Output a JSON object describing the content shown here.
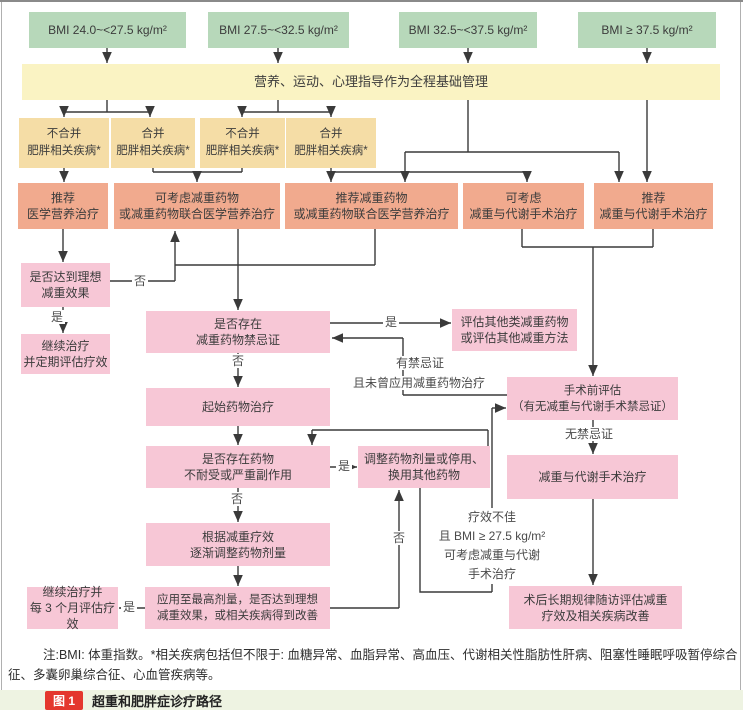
{
  "nodes": {
    "bmi1": "BMI 24.0~<27.5 kg/m²",
    "bmi2": "BMI 27.5~<32.5 kg/m²",
    "bmi3": "BMI 32.5~<37.5 kg/m²",
    "bmi4": "BMI ≥ 37.5 kg/m²",
    "base": "营养、运动、心理指导作为全程基础管理",
    "comorb_no1": "不合并\n肥胖相关疾病*",
    "comorb_yes1": "合并\n肥胖相关疾病*",
    "comorb_no2": "不合并\n肥胖相关疾病*",
    "comorb_yes2": "合并\n肥胖相关疾病*",
    "mnt": "推荐\n医学营养治疗",
    "drug_consider": "可考虑减重药物\n或减重药物联合医学营养治疗",
    "drug_recommend": "推荐减重药物\n或减重药物联合医学营养治疗",
    "surg_consider": "可考虑\n减重与代谢手术治疗",
    "surg_recommend": "推荐\n减重与代谢手术治疗",
    "ideal_effect": "是否达到理想\n减重效果",
    "continue_eval": "继续治疗\n并定期评估疗效",
    "drug_contra": "是否存在\n减重药物禁忌证",
    "other_drugs": "评估其他类减重药物\n或评估其他减重方法",
    "start_drug": "起始药物治疗",
    "intolerance": "是否存在药物\n不耐受或严重副作用",
    "adjust_drug": "调整药物剂量或停用、\n换用其他药物",
    "titrate": "根据减重疗效\n逐渐调整药物剂量",
    "max_dose": "应用至最高剂量，是否达到理想\n减重效果，或相关疾病得到改善",
    "continue_3m": "继续治疗并\n每 3 个月评估疗效",
    "presurg_eval": "手术前评估\n（有无减重与代谢手术禁忌证）",
    "surgery": "减重与代谢手术治疗",
    "followup": "术后长期规律随访评估减重\n疗效及相关疾病改善"
  },
  "labels": {
    "yes": "是",
    "no": "否",
    "has_contra": "有禁忌证",
    "never_drug": "且未曾应用减重药物治疗",
    "no_contra": "无禁忌证",
    "poor_effect": "疗效不佳\n且 BMI ≥ 27.5 kg/m²\n可考虑减重与代谢\n手术治疗"
  },
  "note": {
    "text": "注:BMI: 体重指数。*相关疾病包括但不限于: 血糖异常、血脂异常、高血压、代谢相关性脂肪性肝病、阻塞性睡眠呼吸暂停综合征、多囊卵巢综合征、心血管疾病等。"
  },
  "caption": {
    "badge": "图 1",
    "title": "超重和肥胖症诊疗路径"
  },
  "colors": {
    "green": "#b7d8ba",
    "yellow": "#faf3c3",
    "tan": "#f5dda6",
    "salmon": "#f1aa8e",
    "pink": "#f7c7d6",
    "badge_red": "#e4372e",
    "line": "#3a3a3a"
  }
}
